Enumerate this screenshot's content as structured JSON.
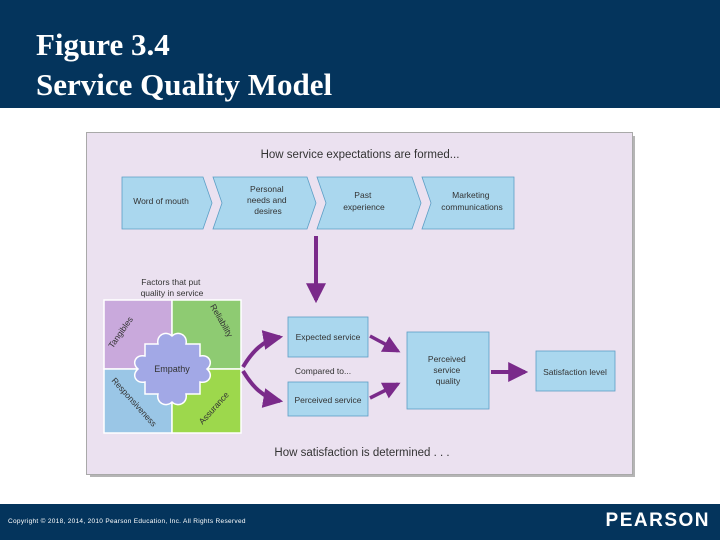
{
  "title": {
    "line1": "Figure 3.4",
    "line2": "Service Quality Model"
  },
  "diagram": {
    "top_heading": "How service expectations are formed...",
    "sources": [
      {
        "lines": [
          "Word of mouth"
        ]
      },
      {
        "lines": [
          "Personal",
          "needs and",
          "desires"
        ]
      },
      {
        "lines": [
          "Past",
          "experience"
        ]
      },
      {
        "lines": [
          "Marketing",
          "communications"
        ]
      }
    ],
    "factors_caption": [
      "Factors that put",
      "quality in service"
    ],
    "puzzle": {
      "tangibles": "Tangibles",
      "reliability": "Reliability",
      "empathy": "Empathy",
      "responsiveness": "Responsiveness",
      "assurance": "Assurance"
    },
    "expected_service": "Expected service",
    "compared_to": "Compared to...",
    "perceived_service": "Perceived service",
    "perceived_quality": [
      "Perceived",
      "service",
      "quality"
    ],
    "satisfaction_level": "Satisfaction level",
    "bottom_heading": "How satisfaction is determined . . .",
    "colors": {
      "box_fill": "#aad7ee",
      "arrow": "#7a2a8a",
      "tangibles": "#c9a9dc",
      "reliability": "#8ecb72",
      "empathy": "#a2a8e6",
      "responsiveness": "#9ac6e6",
      "assurance": "#9dd84c"
    }
  },
  "footer": {
    "copyright": "Copyright © 2018, 2014, 2010 Pearson Education, Inc. All Rights Reserved",
    "logo": "PEARSON"
  }
}
